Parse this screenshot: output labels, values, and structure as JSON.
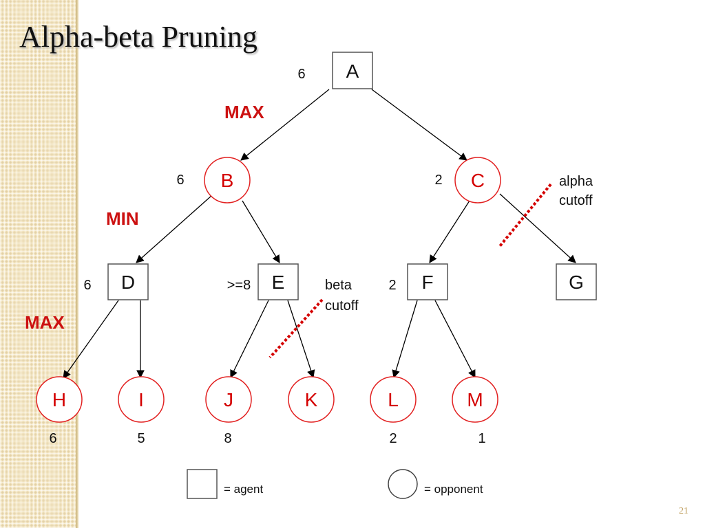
{
  "slide": {
    "title": "Alpha-beta Pruning",
    "page_number": "21"
  },
  "levels": {
    "max_top": "MAX",
    "min": "MIN",
    "max_bottom": "MAX"
  },
  "nodes": {
    "A": {
      "label": "A",
      "value": "6"
    },
    "B": {
      "label": "B",
      "value": "6"
    },
    "C": {
      "label": "C",
      "value": "2"
    },
    "D": {
      "label": "D",
      "value": "6"
    },
    "E": {
      "label": "E",
      "value": ">=8"
    },
    "F": {
      "label": "F",
      "value": "2"
    },
    "G": {
      "label": "G"
    },
    "H": {
      "label": "H",
      "value": "6"
    },
    "I": {
      "label": "I",
      "value": "5"
    },
    "J": {
      "label": "J",
      "value": "8"
    },
    "K": {
      "label": "K"
    },
    "L": {
      "label": "L",
      "value": "2"
    },
    "M": {
      "label": "M",
      "value": "1"
    }
  },
  "cutoffs": {
    "alpha": {
      "line1": "alpha",
      "line2": "cutoff"
    },
    "beta": {
      "line1": "beta",
      "line2": "cutoff"
    }
  },
  "legend": {
    "agent": "= agent",
    "opponent": "= opponent"
  },
  "colors": {
    "accent_red": "#d40000",
    "sidebar": "#f3e6c4"
  }
}
